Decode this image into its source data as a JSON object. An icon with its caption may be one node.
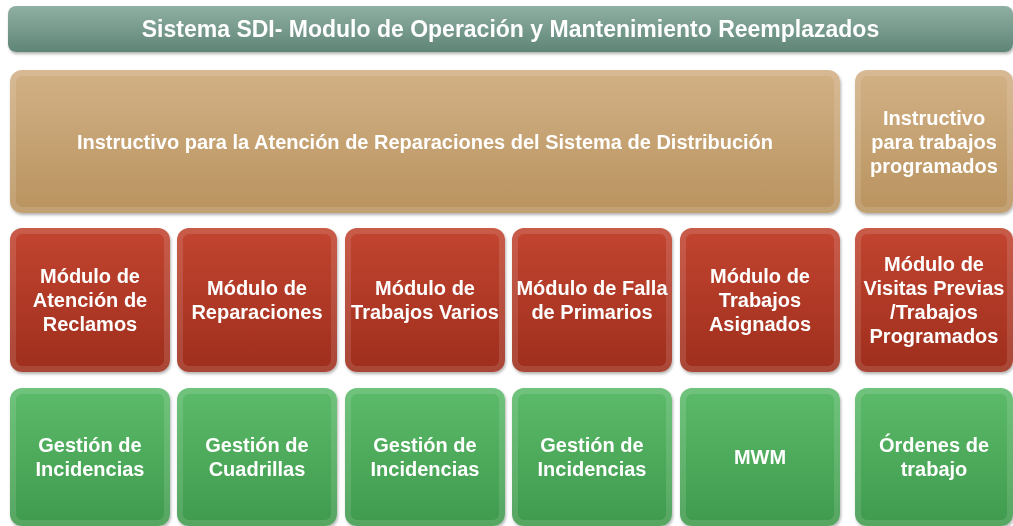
{
  "diagram": {
    "title": "Sistema SDI- Modulo de Operación y Mantenimiento Reemplazados",
    "nodes": [
      {
        "text": [
          "Instructivo para la Atención de Reparaciones del Sistema de Distribución"
        ]
      },
      {
        "text": [
          "Instructivo para trabajos programados"
        ]
      },
      {
        "text": [
          "Módulo de Atención de Reclamos"
        ]
      },
      {
        "text": [
          "Módulo de Reparaciones"
        ]
      },
      {
        "text": [
          "Módulo de Trabajos Varios"
        ]
      },
      {
        "text": [
          "Módulo de Falla de Primarios"
        ]
      },
      {
        "text": [
          "Módulo de Trabajos Asignados"
        ]
      },
      {
        "text": [
          "Módulo de Visitas Previas /Trabajos Programados"
        ]
      },
      {
        "text": [
          "Gestión de Incidencias"
        ]
      },
      {
        "text": [
          "Gestión de Cuadrillas"
        ]
      },
      {
        "text": [
          "Gestión de Incidencias"
        ]
      },
      {
        "text": [
          "Gestión de Incidencias"
        ]
      },
      {
        "text": [
          "MWM"
        ]
      },
      {
        "text": [
          "Órdenes de trabajo"
        ]
      }
    ],
    "edges": []
  }
}
